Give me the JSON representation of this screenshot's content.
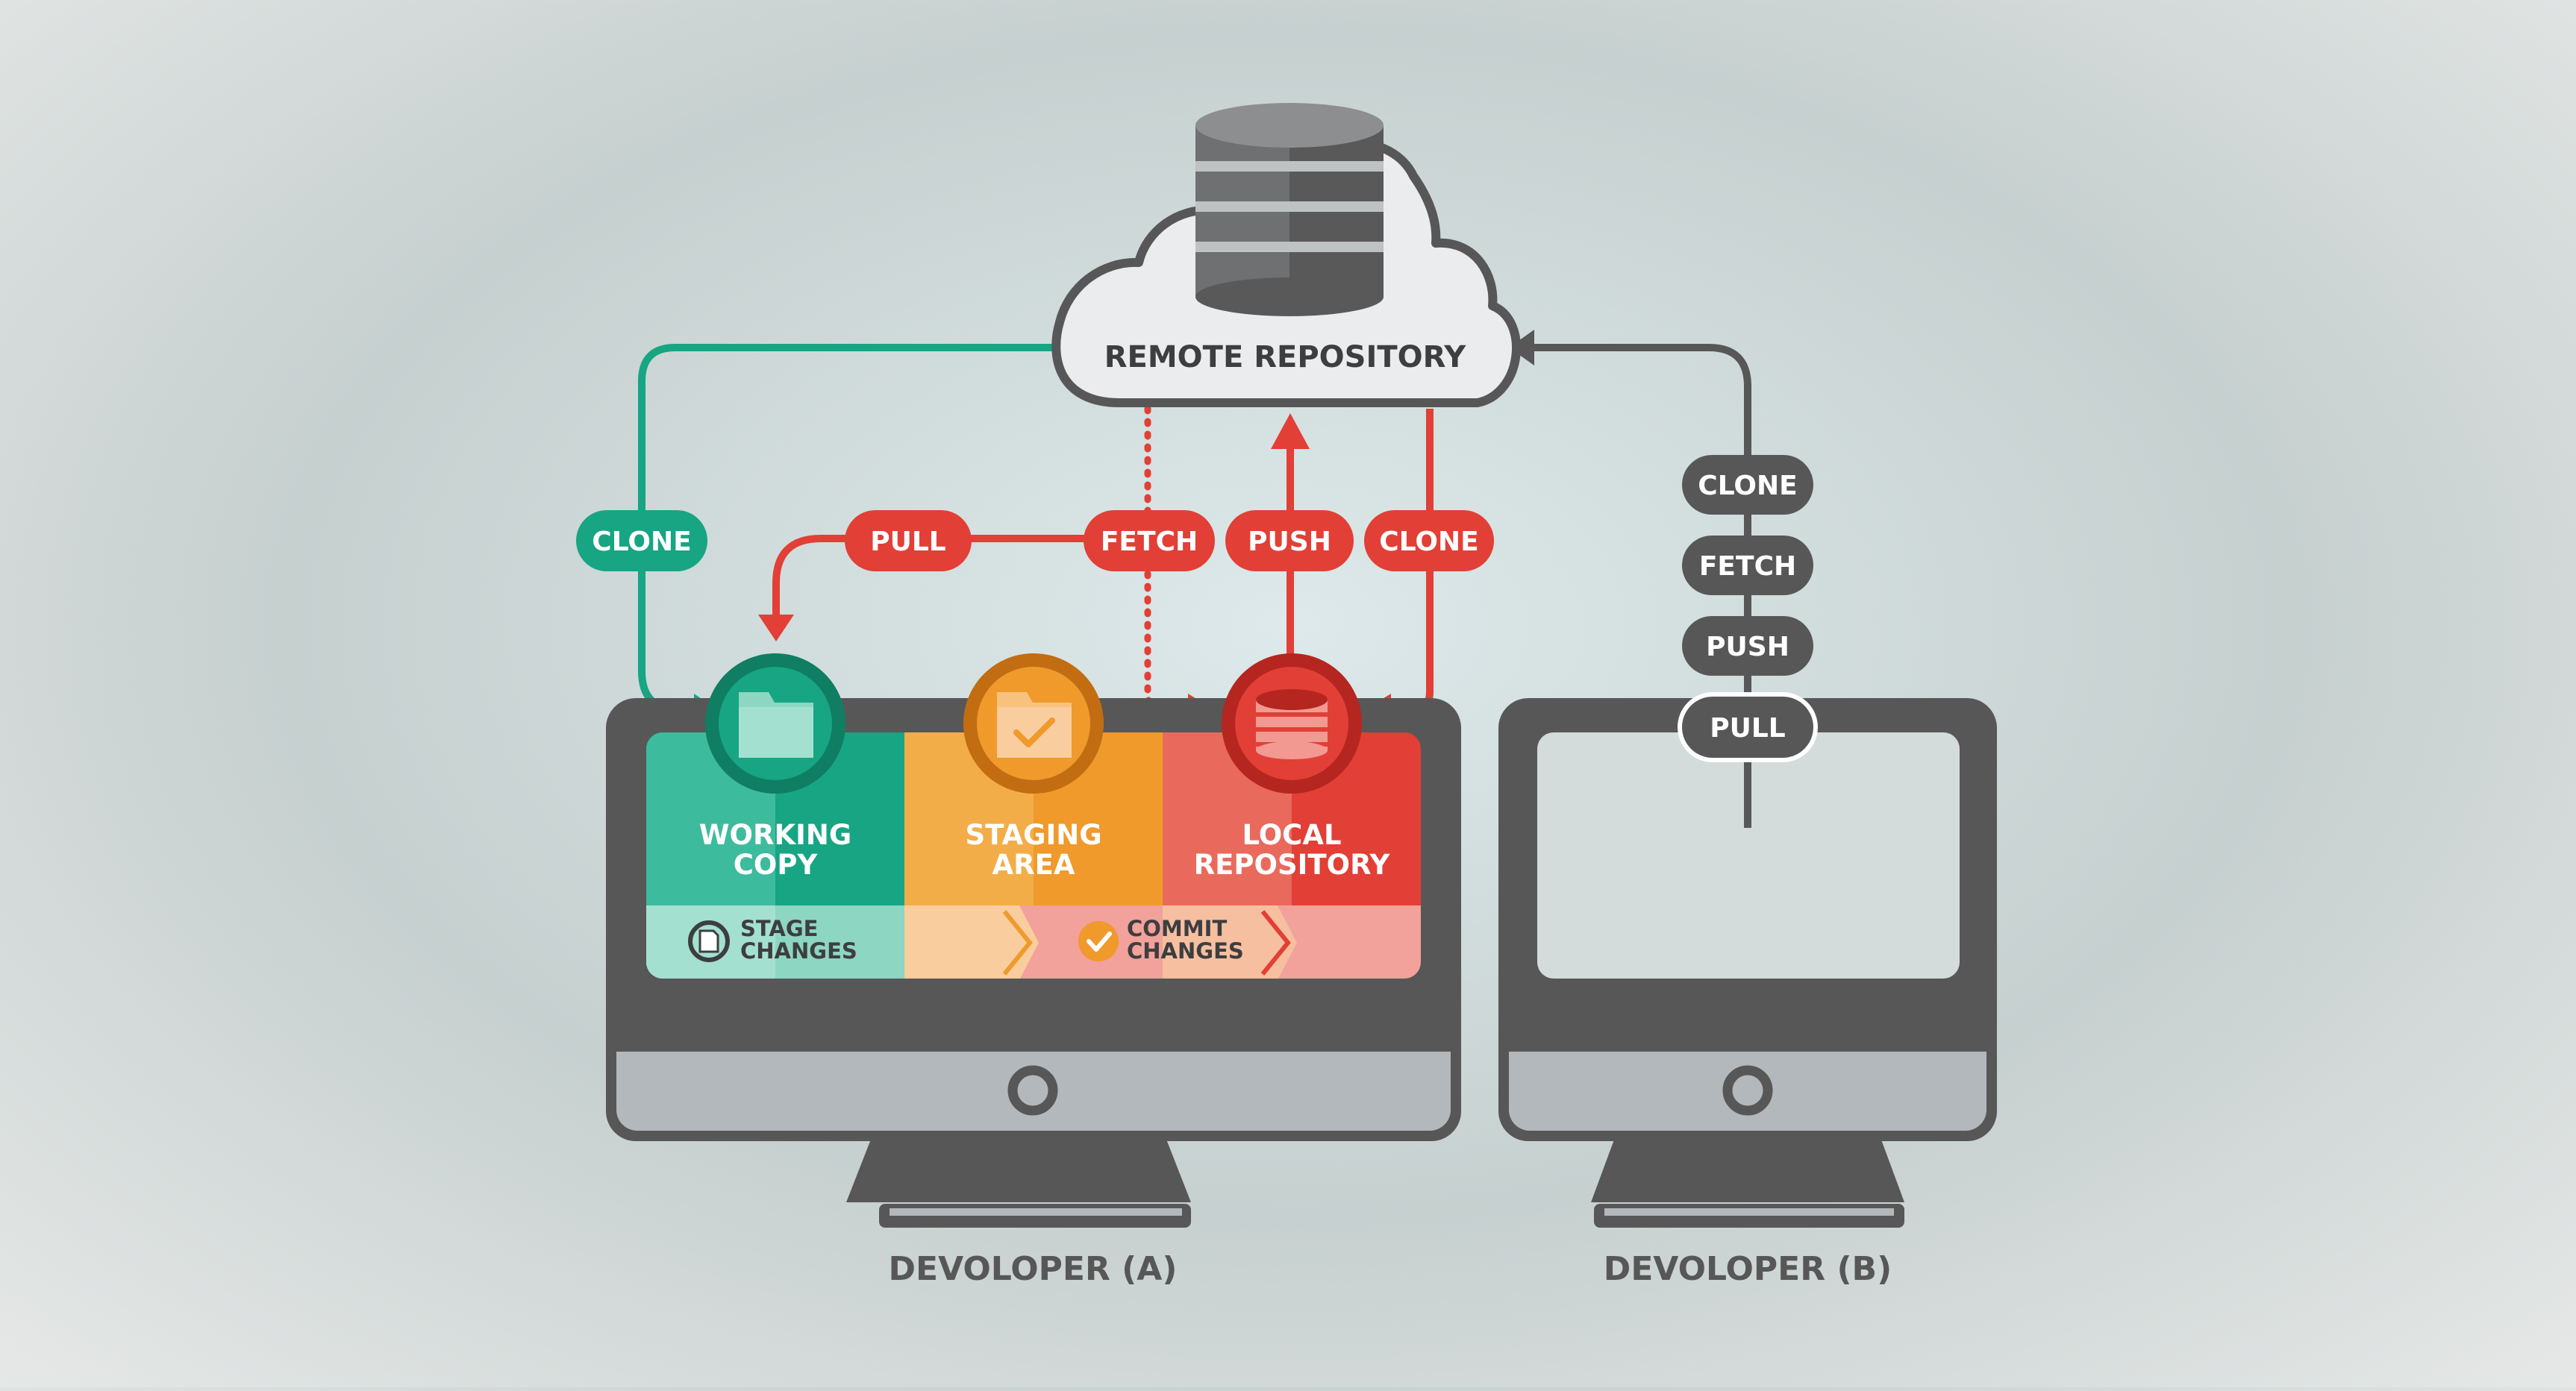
{
  "colors": {
    "green": "#17a583",
    "green_dark": "#0f7e62",
    "orange": "#ef9a2b",
    "orange_dark": "#c26d12",
    "red": "#e23f36",
    "red_dark": "#b52620",
    "gray_dark": "#575757",
    "monitor_chin": "#b2b8bb"
  },
  "remote": {
    "label": "REMOTE REPOSITORY",
    "icon": "database-icon"
  },
  "developer_a": {
    "label": "DEVOLOPER (A)",
    "working": {
      "line1": "WORKING",
      "line2": "COPY",
      "icon": "folder-icon"
    },
    "staging": {
      "line1": "STAGING",
      "line2": "AREA",
      "icon": "folder-check-icon"
    },
    "local": {
      "line1": "LOCAL",
      "line2": "REPOSITORY",
      "icon": "database-icon"
    },
    "stage_changes": {
      "line1": "STAGE",
      "line2": "CHANGES"
    },
    "commit_changes": {
      "line1": "COMMIT",
      "line2": "CHANGES"
    }
  },
  "developer_b": {
    "label": "DEVOLOPER (B)"
  },
  "pills": {
    "clone_green": "CLONE",
    "pull_red": "PULL",
    "fetch_red": "FETCH",
    "push_red": "PUSH",
    "clone_red": "CLONE",
    "b_clone": "CLONE",
    "b_fetch": "FETCH",
    "b_push": "PUSH",
    "b_pull": "PULL"
  }
}
